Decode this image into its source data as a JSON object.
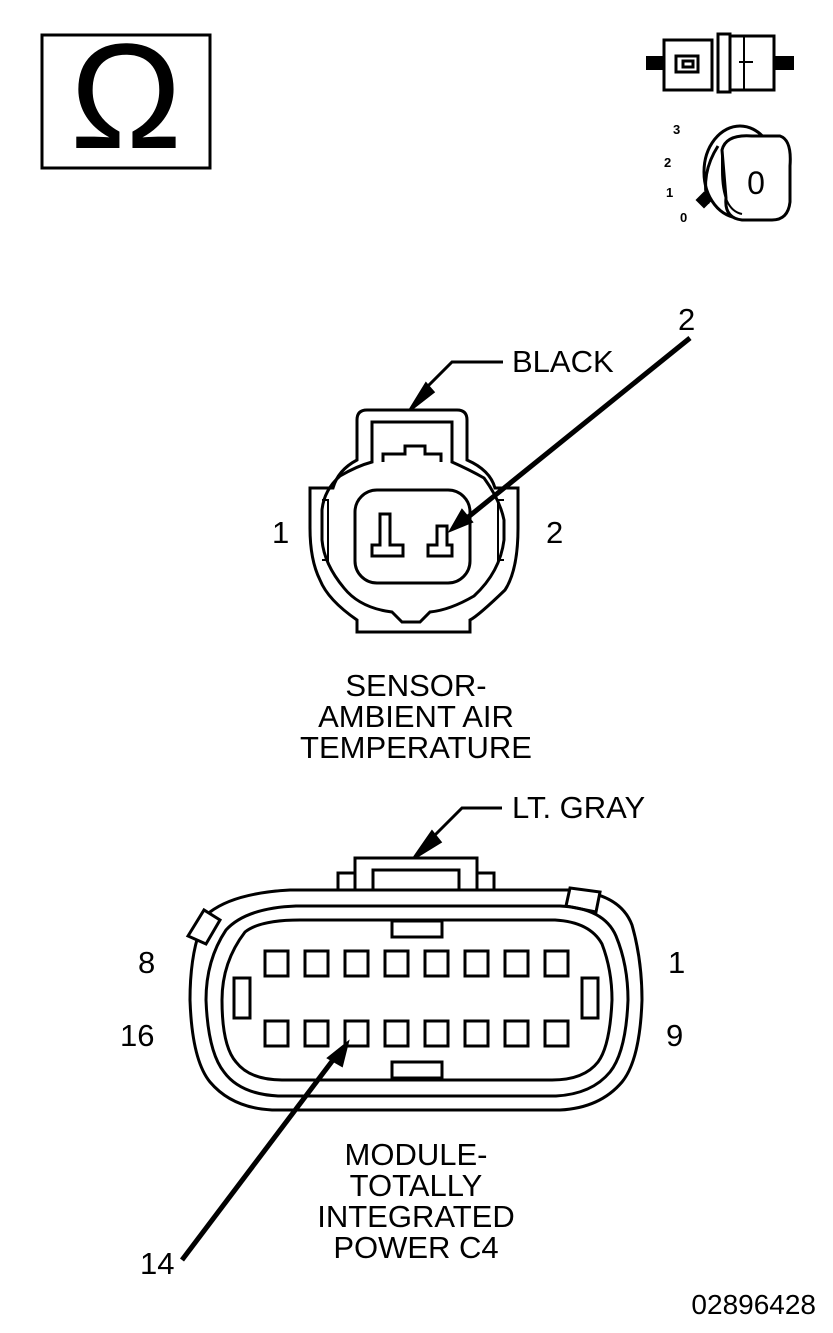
{
  "ohm_symbol": "Ω",
  "icons": {
    "connector_icon": "disconnected-connector-icon",
    "ignition_key_icon": "ignition-key-icon",
    "key_positions": [
      "3",
      "2",
      "1",
      "0"
    ],
    "key_label": "0"
  },
  "sensor_connector": {
    "color_label": "BLACK",
    "pin_callout": "2",
    "pin_left_label": "1",
    "pin_right_label": "2",
    "title_lines": [
      "SENSOR-",
      "AMBIENT AIR",
      "TEMPERATURE"
    ]
  },
  "module_connector": {
    "color_label": "LT. GRAY",
    "top_left_label": "8",
    "top_right_label": "1",
    "bottom_left_label": "16",
    "bottom_right_label": "9",
    "pin_callout": "14",
    "title_lines": [
      "MODULE-",
      "TOTALLY",
      "INTEGRATED",
      "POWER C4"
    ]
  },
  "figure_id": "02896428"
}
